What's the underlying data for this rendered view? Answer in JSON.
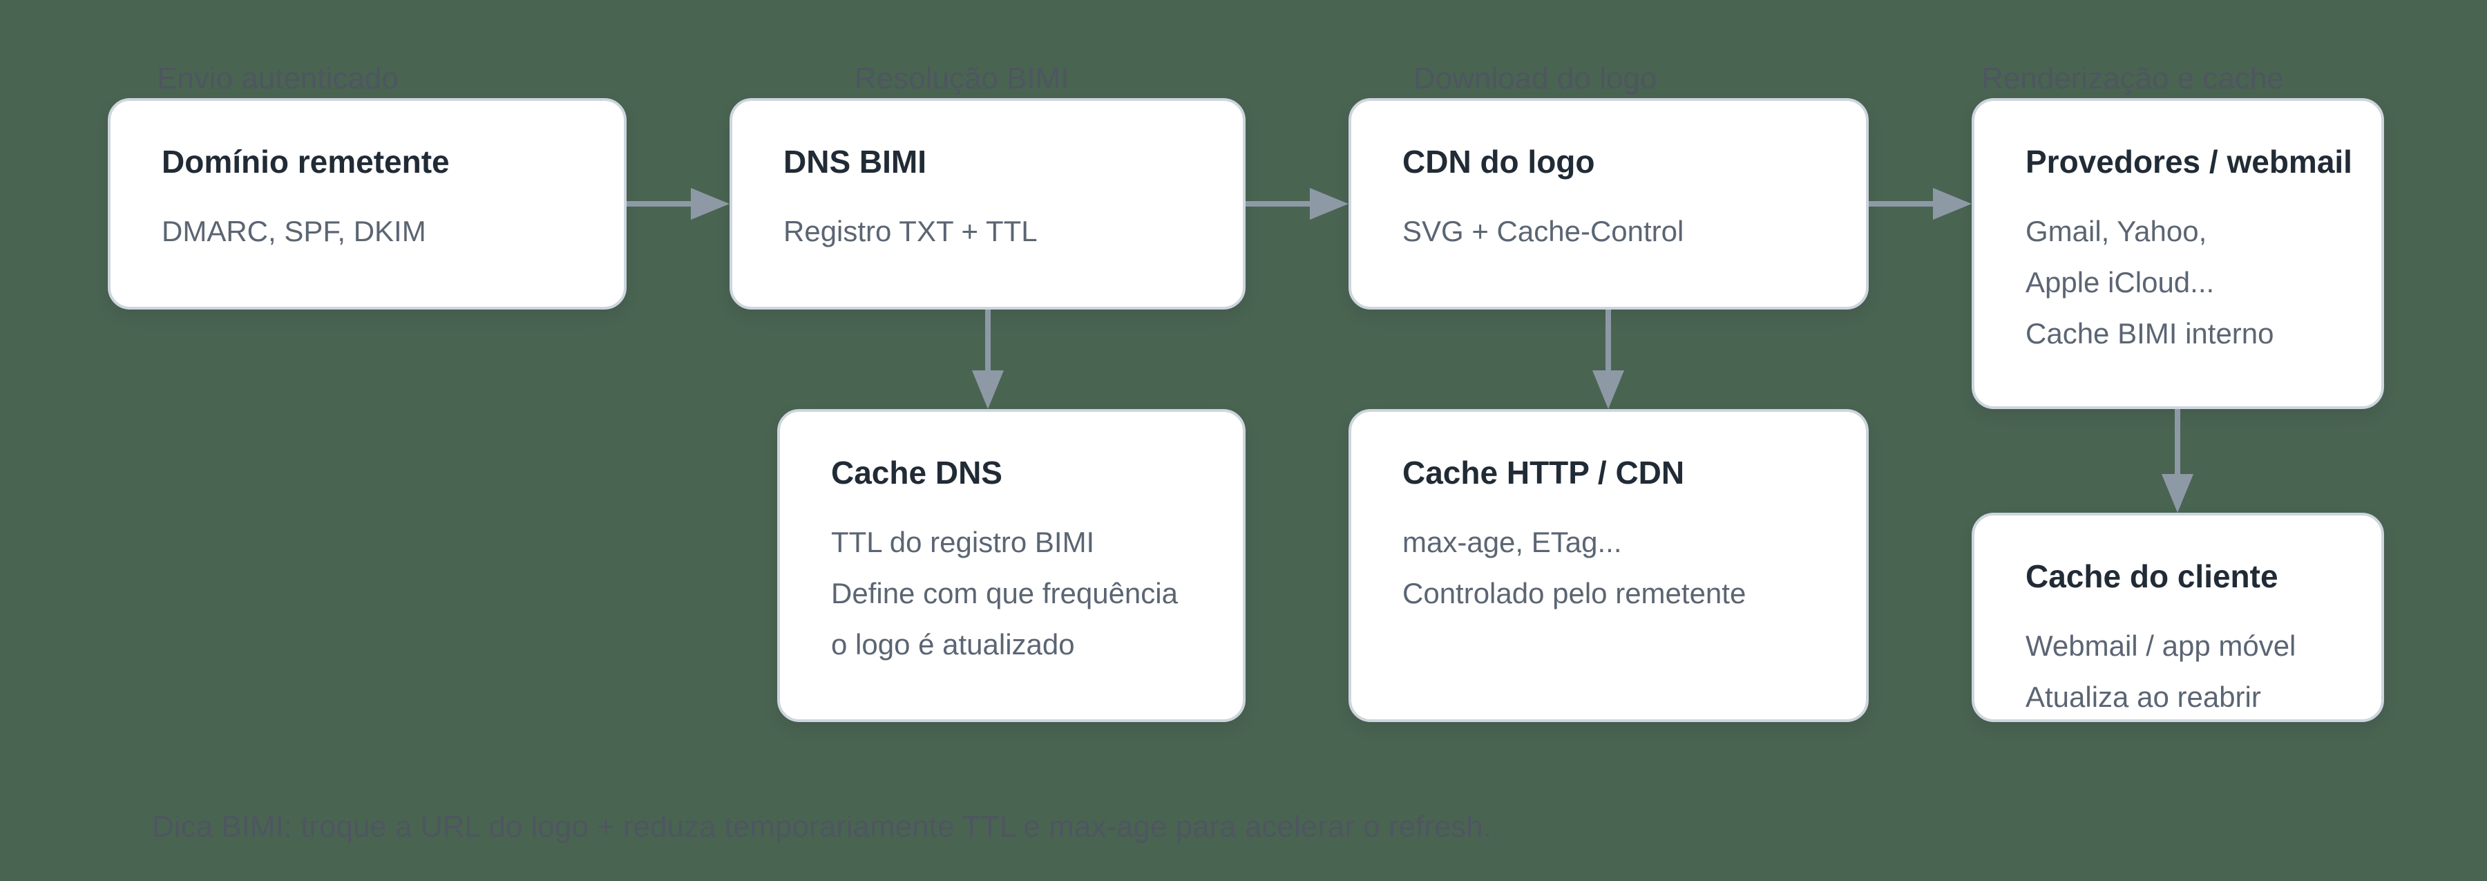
{
  "stage_labels": [
    "Envio autenticado",
    "Resolução BIMI",
    "Download do logo",
    "Renderização e cache"
  ],
  "nodes": {
    "dominio": {
      "title": "Domínio remetente",
      "lines": [
        "DMARC, SPF, DKIM"
      ]
    },
    "dns": {
      "title": "DNS BIMI",
      "lines": [
        "Registro TXT + TTL"
      ]
    },
    "cdn": {
      "title": "CDN do logo",
      "lines": [
        "SVG + Cache-Control"
      ]
    },
    "provedores": {
      "title": "Provedores / webmail",
      "lines": [
        "Gmail, Yahoo,",
        "Apple iCloud...",
        "Cache BIMI interno"
      ]
    },
    "cache_dns": {
      "title": "Cache DNS",
      "lines": [
        "TTL do registro BIMI",
        "Define com que frequência",
        "o logo é atualizado"
      ]
    },
    "cache_http": {
      "title": "Cache HTTP / CDN",
      "lines": [
        "max-age, ETag...",
        "Controlado pelo remetente"
      ]
    },
    "cache_cliente": {
      "title": "Cache do cliente",
      "lines": [
        "Webmail / app móvel",
        "Atualiza ao reabrir"
      ]
    }
  },
  "edges": [
    {
      "from": "dominio",
      "to": "dns",
      "direction": "right"
    },
    {
      "from": "dns",
      "to": "cdn",
      "direction": "right"
    },
    {
      "from": "cdn",
      "to": "provedores",
      "direction": "right"
    },
    {
      "from": "dns",
      "to": "cache_dns",
      "direction": "down"
    },
    {
      "from": "cdn",
      "to": "cache_http",
      "direction": "down"
    },
    {
      "from": "provedores",
      "to": "cache_cliente",
      "direction": "down"
    }
  ],
  "caption": "Dica BIMI: troque a URL do logo + reduza temporariamente TTL e max-age para acelerar o refresh.",
  "colors": {
    "background": "#4a6452",
    "node_bg": "#ffffff",
    "node_border": "#cdd5de",
    "title_color": "#212b36",
    "body_color": "#5b6573",
    "arrow_color": "#8e99a6",
    "muted_label_color": "#4e5660"
  }
}
